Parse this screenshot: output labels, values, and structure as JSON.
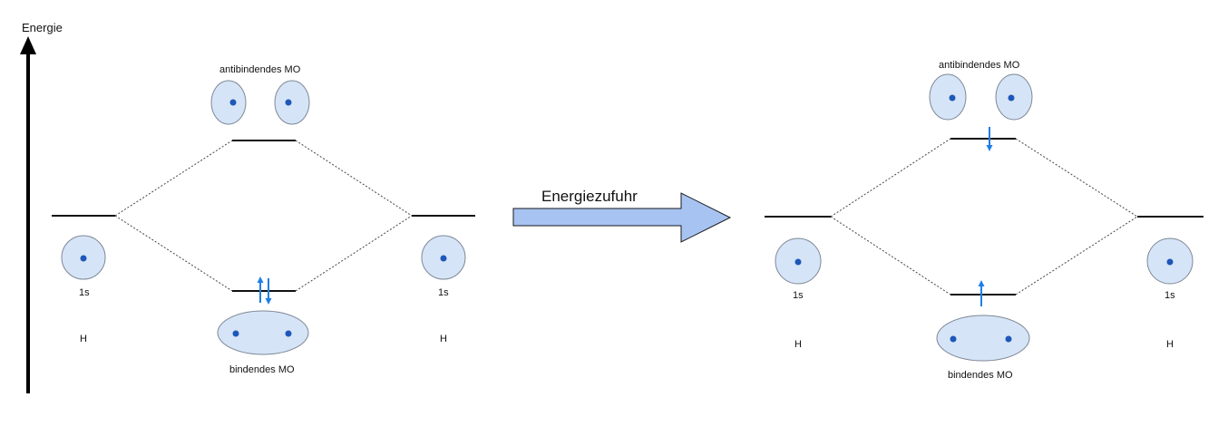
{
  "colors": {
    "orbital_fill": "#d6e4f7",
    "orbital_stroke": "#7d8896",
    "nucleus": "#1d57b8",
    "electron_arrow": "#1f7fe6",
    "level_line": "#111111",
    "process_arrow_fill": "#a7c3f2"
  },
  "axis": {
    "label": "Energie"
  },
  "process_arrow": {
    "label": "Energiezufuhr"
  },
  "left_diagram": {
    "antibonding_label": "antibindendes MO",
    "bonding_label": "bindendes MO",
    "atom_left": {
      "orbital": "1s",
      "element": "H"
    },
    "atom_right": {
      "orbital": "1s",
      "element": "H"
    },
    "antibonding_electrons": [],
    "bonding_electrons": [
      "up",
      "down"
    ]
  },
  "right_diagram": {
    "antibonding_label": "antibindendes MO",
    "bonding_label": "bindendes MO",
    "atom_left": {
      "orbital": "1s",
      "element": "H"
    },
    "atom_right": {
      "orbital": "1s",
      "element": "H"
    },
    "antibonding_electrons": [
      "down"
    ],
    "bonding_electrons": [
      "up"
    ]
  }
}
